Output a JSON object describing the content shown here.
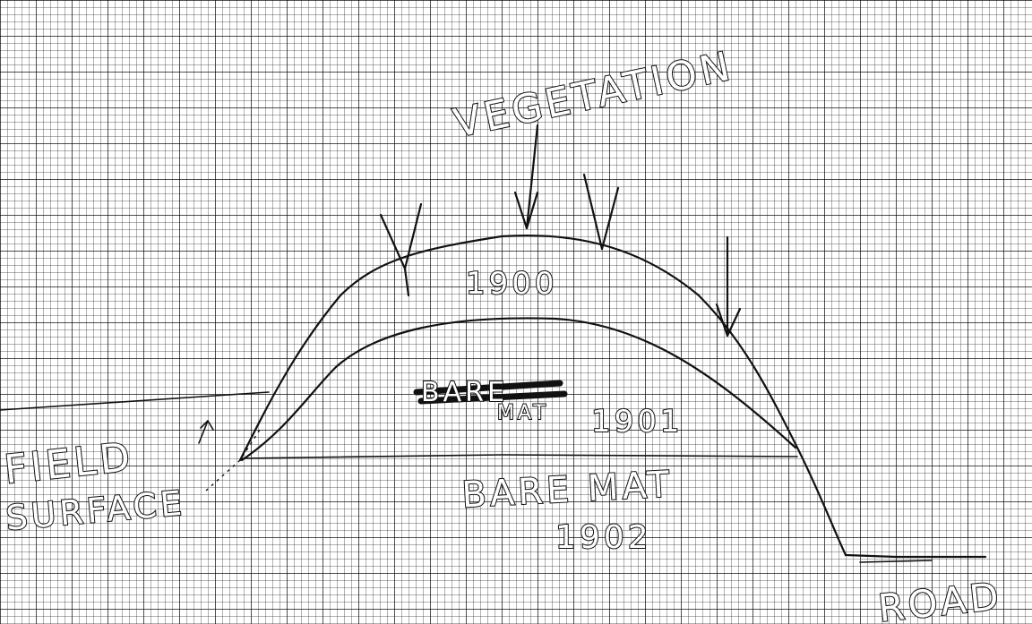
{
  "diagram": {
    "labels": {
      "vegetation": "VEGETATION",
      "layer_1900": "1900",
      "struck_word": "BARE",
      "mat_1901": "MAT",
      "year_1901": "1901",
      "bare_mat": "BARE MAT",
      "year_1902": "1902",
      "field_surface_line1": "FIELD",
      "field_surface_line2": "SURFACE",
      "road": "ROAD"
    },
    "colors": {
      "ink": "#111111",
      "paper": "#ffffff"
    }
  }
}
